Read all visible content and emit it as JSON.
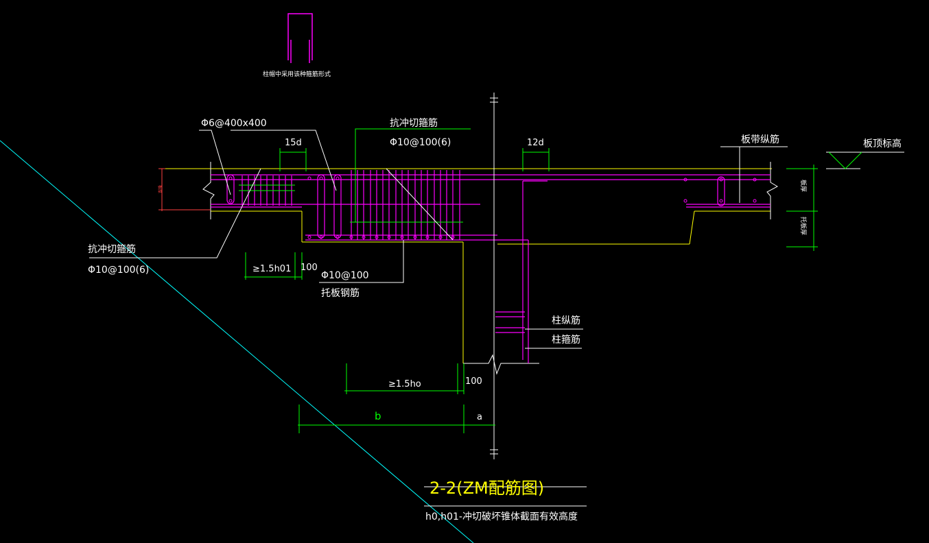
{
  "labels": {
    "top_note": "柱帽中采用该种箍筋形式",
    "stirrup_left": "Φ6@400x400",
    "punch_top_title": "抗冲切箍筋",
    "punch_top_spec": "Φ10@100(6)",
    "dim_15d": "15d",
    "dim_12d": "12d",
    "slab_band_bar": "板带纵筋",
    "slab_top_elev": "板顶标高",
    "slab_thickness": "板厚",
    "drop_thickness": "托板厚",
    "punch_left_title": "抗冲切箍筋",
    "punch_left_spec": "Φ10@100(6)",
    "dim_15h01": "≥1.5h01",
    "dim_100_top": "100",
    "drop_bar_spec": "Φ10@100",
    "drop_bar_name": "托板钢筋",
    "col_long_bar": "柱纵筋",
    "col_stirrup": "柱箍筋",
    "dim_15ho": "≥1.5ho",
    "dim_100_bottom": "100",
    "dim_b": "b",
    "dim_a": "a",
    "left_small_dim": "板厚",
    "title": "2-2(ZM配筋图)",
    "subtitle": "h0,h01-冲切破坏锥体截面有效高度"
  },
  "colors": {
    "background": "#000000",
    "rebar": "#ff00ff",
    "concrete_outline": "#ffff00",
    "dimension": "#00ff00",
    "leader": "#ffffff",
    "center_line": "#ffffff",
    "diagonal": "#00ffff",
    "stirrup_marks": "#00ff00",
    "title": "#ffff00"
  },
  "icons": {
    "elevation_marker": "triangle-elevation-icon",
    "break_line": "break-line-icon"
  }
}
